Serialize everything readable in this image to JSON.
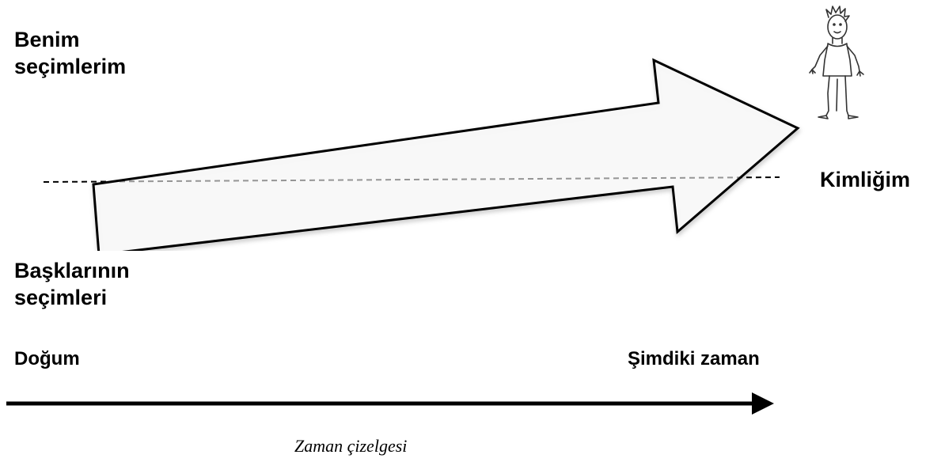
{
  "labels": {
    "my_choices_line1": "Benim",
    "my_choices_line2": "seçimlerim",
    "others_choices_line1": "Başklarının",
    "others_choices_line2": "seçimleri",
    "identity": "Kimliğim",
    "birth": "Doğum",
    "present": "Şimdiki zaman",
    "timeline": "Zaman çizelgesi"
  },
  "icons": {
    "person": "person-sketch-icon",
    "big_arrow": "choice-arrow-icon",
    "timeline_arrow": "timeline-arrow-icon"
  },
  "colors": {
    "stroke": "#000000",
    "background": "#ffffff"
  }
}
